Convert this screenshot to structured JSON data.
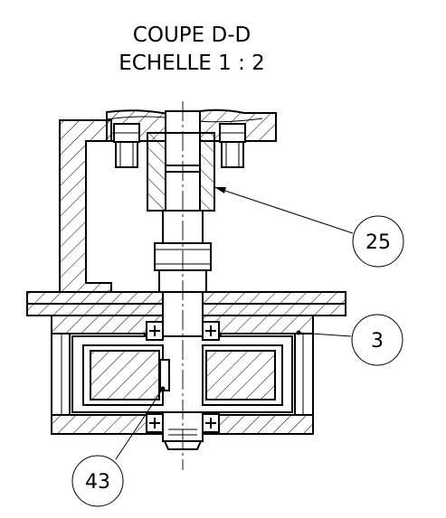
{
  "title": {
    "line1": "COUPE D-D",
    "line2": "ECHELLE 1 : 2"
  },
  "balloons": {
    "b25": "25",
    "b3": "3",
    "b43": "43"
  },
  "colors": {
    "ink": "#000000",
    "paper": "#ffffff"
  }
}
